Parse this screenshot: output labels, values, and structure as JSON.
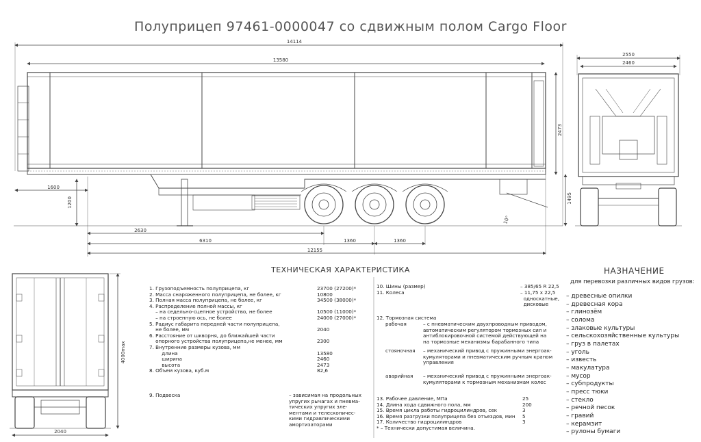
{
  "title": "Полуприцеп 97461-0000047 со сдвижным полом Cargo Floor",
  "dimensions": {
    "total_length": "14114",
    "body_length": "13580",
    "front_overhang": "1600",
    "coupling_height": "1200",
    "kingpin_to_axle": "2630",
    "kingpin_to_center": "6310",
    "wheelbase_total": "12155",
    "axle_spacing_1": "1360",
    "axle_spacing_2": "1360",
    "angle": "10°",
    "width_outer": "2550",
    "width_inner": "2460",
    "height_body": "2473",
    "height_floor": "1495",
    "height_max": "4000max",
    "width_rear": "2040"
  },
  "specs": {
    "title": "ТЕХНИЧЕСКАЯ ХАРАКТЕРИСТИКА",
    "left": [
      {
        "label": "1. Грузоподъемность полуприцепа, кг",
        "value": "23700 (27200)*"
      },
      {
        "label": "2. Масса снаряженного полуприцепа, не более, кг",
        "value": "10800"
      },
      {
        "label": "3. Полная масса полуприцепа, не более, кг",
        "value": "34500 (38000)*"
      },
      {
        "label": "4. Распределение полной массы, кг",
        "value": ""
      },
      {
        "label": "    – на седельно-сцепное устройство, не более",
        "value": "10500 (11000)*"
      },
      {
        "label": "    – на строенную ось, не более",
        "value": "24000 (27000)*"
      },
      {
        "label": "5. Радиус габарита передней части полуприцепа,",
        "value": ""
      },
      {
        "label": "    не более, мм",
        "value": "2040"
      },
      {
        "label": "6. Расстояние от шкворня, до ближайшей части",
        "value": ""
      },
      {
        "label": "    опорного устройства полуприцепа,не менее, мм",
        "value": "2300"
      },
      {
        "label": "7. Внутренние размеры кузова, мм",
        "value": ""
      },
      {
        "label": "        длина",
        "value": "13580"
      },
      {
        "label": "        ширина",
        "value": "2460"
      },
      {
        "label": "        высота",
        "value": "2473"
      },
      {
        "label": "8. Объем кузова, куб.м",
        "value": "82,6"
      }
    ],
    "suspension": {
      "label": "9. Подвеска",
      "value": "– зависимая на продольных\nупругих рычагах и пневма-\nтических упругих эле-\nментами и телескопичес-\nкими гидравлическими\nамортизаторами"
    },
    "tires": {
      "label10": "10. Шины (размер)",
      "label11": "11. Колеса",
      "value10": "– 385/65 R  22,5",
      "value11": "– 11,75 x 22,5\n  односкатные,\n  дисковые"
    },
    "brakes": {
      "label": "12. Тормозная система",
      "work_label": "рабочая",
      "work_value": "– с пневматическим двухпроводным приводом,\nавтоматическим регулятором тормозных сил и\nантиблокировочной системой действующей на\nна тормозные механизмы барабанного типа",
      "park_label": "стояночная",
      "park_value": "– механический привод с пружинными энергоак-\nкумуляторами и пневматическим ручным краном\nуправления",
      "emerg_label": "аварийная",
      "emerg_value": "– механический привод с пружинными энергоак-\nкумуляторами к тормозным механизмам колес"
    },
    "right": [
      {
        "label": "13. Рабочее давление, МПа",
        "value": "25"
      },
      {
        "label": "14. Длина хода сдвижного пола, мм",
        "value": "200"
      },
      {
        "label": "15. Время цикла работы гидроцилиндров, сек",
        "value": "3"
      },
      {
        "label": "16. Время разгрузки полуприцепа без отъездов, мин",
        "value": "5"
      },
      {
        "label": "17. Количество гидроцилиндров",
        "value": "3"
      }
    ],
    "footnote": "* – Технически допустимая величина."
  },
  "purpose": {
    "title": "НАЗНАЧЕНИЕ",
    "subtitle": "для перевозки различных видов грузов:",
    "items": [
      "– древесные опилки",
      "– древесная кора",
      "– глинозём",
      "– солома",
      "– злаковые культуры",
      "– сельскохозяйственные культуры",
      "– груз в палетах",
      "– уголь",
      "– известь",
      "– макулатура",
      "– мусор",
      "– субпродукты",
      "– пресс тюки",
      "– стекло",
      "– речной песок",
      "– гравий",
      "– керамзит",
      "– рулоны бумаги"
    ]
  }
}
